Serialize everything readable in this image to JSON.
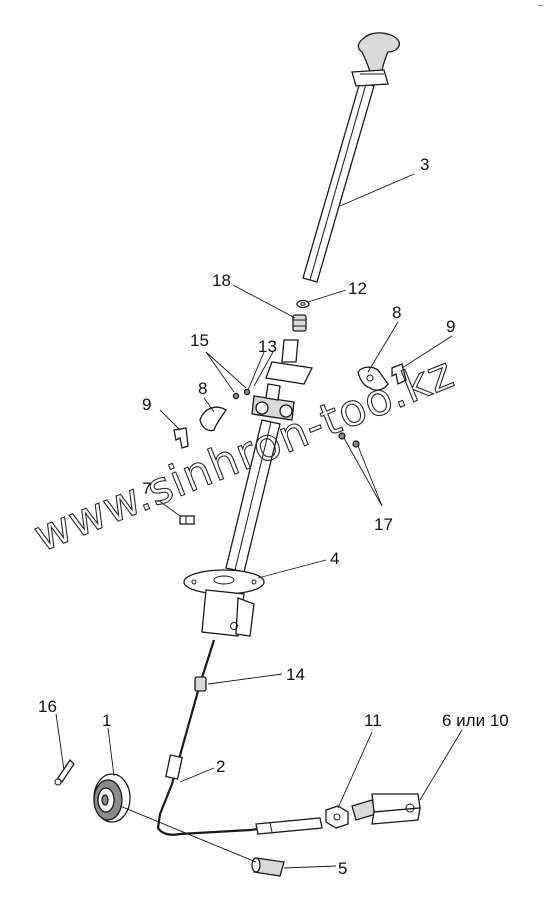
{
  "watermark": "www.sinhron-too.kz",
  "corner_mark": "~",
  "callouts": {
    "c1": "1",
    "c2": "2",
    "c3": "3",
    "c4": "4",
    "c5": "5",
    "c6_10": "6 или 10",
    "c7": "7",
    "c8_left": "8",
    "c8_right": "8",
    "c9_left": "9",
    "c9_right": "9",
    "c11": "11",
    "c12": "12",
    "c13": "13",
    "c14": "14",
    "c15": "15",
    "c16": "16",
    "c17": "17",
    "c18": "18"
  }
}
